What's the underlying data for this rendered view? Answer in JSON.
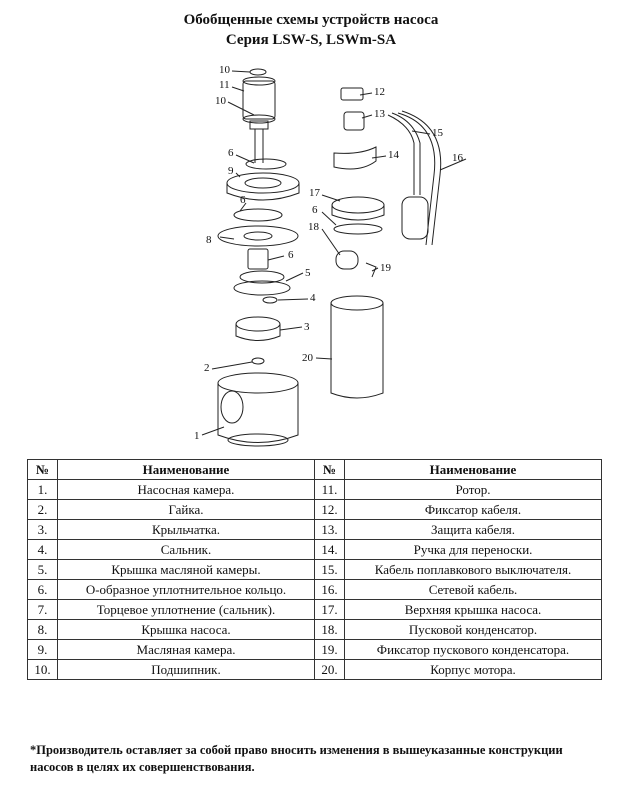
{
  "title_line1": "Обобщенные схемы устройств насоса",
  "title_line2": "Серия LSW-S, LSWm-SA",
  "diagram_labels": [
    "10",
    "11",
    "10",
    "6",
    "9",
    "6",
    "8",
    "6",
    "5",
    "4",
    "3",
    "2",
    "1",
    "12",
    "13",
    "15",
    "16",
    "14",
    "17",
    "6",
    "18",
    "19",
    "20"
  ],
  "table": {
    "headers": [
      "№",
      "Наименование",
      "№",
      "Наименование"
    ],
    "rows": [
      [
        "1.",
        "Насосная камера.",
        "11.",
        "Ротор."
      ],
      [
        "2.",
        "Гайка.",
        "12.",
        "Фиксатор кабеля."
      ],
      [
        "3.",
        "Крыльчатка.",
        "13.",
        "Защита кабеля."
      ],
      [
        "4.",
        "Сальник.",
        "14.",
        "Ручка для переноски."
      ],
      [
        "5.",
        "Крышка масляной камеры.",
        "15.",
        "Кабель поплавкового выключателя."
      ],
      [
        "6.",
        "О-образное уплотнительное кольцо.",
        "16.",
        "Сетевой кабель."
      ],
      [
        "7.",
        "Торцевое уплотнение (сальник).",
        "17.",
        "Верхняя крышка насоса."
      ],
      [
        "8.",
        "Крышка насоса.",
        "18.",
        "Пусковой конденсатор."
      ],
      [
        "9.",
        "Масляная камера.",
        "19.",
        "Фиксатор пускового конденсатора."
      ],
      [
        "10.",
        "Подшипник.",
        "20.",
        "Корпус мотора."
      ]
    ]
  },
  "footnote": "*Производитель оставляет за собой право вносить изменения в вышеуказанные конструкции насосов в целях их совершенствования."
}
